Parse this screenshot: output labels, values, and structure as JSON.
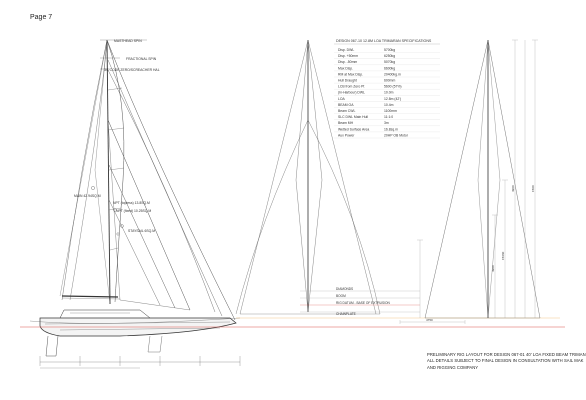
{
  "page": {
    "label": "Page 7"
  },
  "sail_labels": {
    "masthead_spin": "MASTHEAD SPIN",
    "fractional_spin": "FRACTIONAL SPIN",
    "code_zero": "3/1 CODE ZERO/SCREACHER HAL",
    "main": "MAIN 42.94SQ.M",
    "jib_topless": "NPT (topless) 13.8SQ.M",
    "jib_fixed": "NPT (fixed) 10.25SQ.M",
    "staysail": "STAYSAIL 6SQ.M"
  },
  "specs": {
    "title": "DESIGN 067-10 12.8M LOA TRIMARAN SPECIFICATIONS",
    "rows": [
      {
        "label": "Disp. DWL",
        "value": "5700kg"
      },
      {
        "label": "Disp. +50mm",
        "value": "6250kg"
      },
      {
        "label": "Disp. -50mm",
        "value": "5070kg"
      },
      {
        "label": "Max Disp.",
        "value": "6600kg"
      },
      {
        "label": "RM at Max Disp.",
        "value": "20400kg.m"
      },
      {
        "label": "Hull Draught",
        "value": "600mm"
      },
      {
        "label": "LCB from Zero Pt",
        "value": "5600 (57%)"
      },
      {
        "label": "(In-Harbour) DWL",
        "value": "10.0m"
      },
      {
        "label": "LOA",
        "value": "12.8m (42')"
      },
      {
        "label": "BEAM OA",
        "value": "10.4m"
      },
      {
        "label": "Beam CWL",
        "value": "1100mm"
      },
      {
        "label": "SLC DWL Main Hull",
        "value": "11:1:0"
      },
      {
        "label": "Beam MH",
        "value": "3m"
      },
      {
        "label": "Wetted Surface Area",
        "value": "16.8sq.m"
      },
      {
        "label": "Aux Power",
        "value": "20HP OB Motor"
      }
    ]
  },
  "references": {
    "diamonds": "DIAMONDS",
    "boom": "BOOM",
    "rig_datum": "RIG DATUM - BASE OF EXTRUSION",
    "chainplate": "CHAINPLATE"
  },
  "dimensions": {
    "vert_1": "4900",
    "vert_2": "15660",
    "vert_3": "4900",
    "vert_4": "1500",
    "chainplate_width": "4750"
  },
  "notes": [
    "PRELIMINARY RIG LAYOUT FOR DESIGN 067-01 40' LOA FIXED BEAM TRIMAN",
    "ALL DETAILS SUBJECT TO FINAL DESIGN IN CONSULTATION WITH SAIL MAK",
    "AND RIGGING COMPANY"
  ],
  "colors": {
    "line": "#555555",
    "light_line": "#aaaaaa",
    "dim_red": "#d9534f",
    "dim_orange": "#e8a23a"
  }
}
